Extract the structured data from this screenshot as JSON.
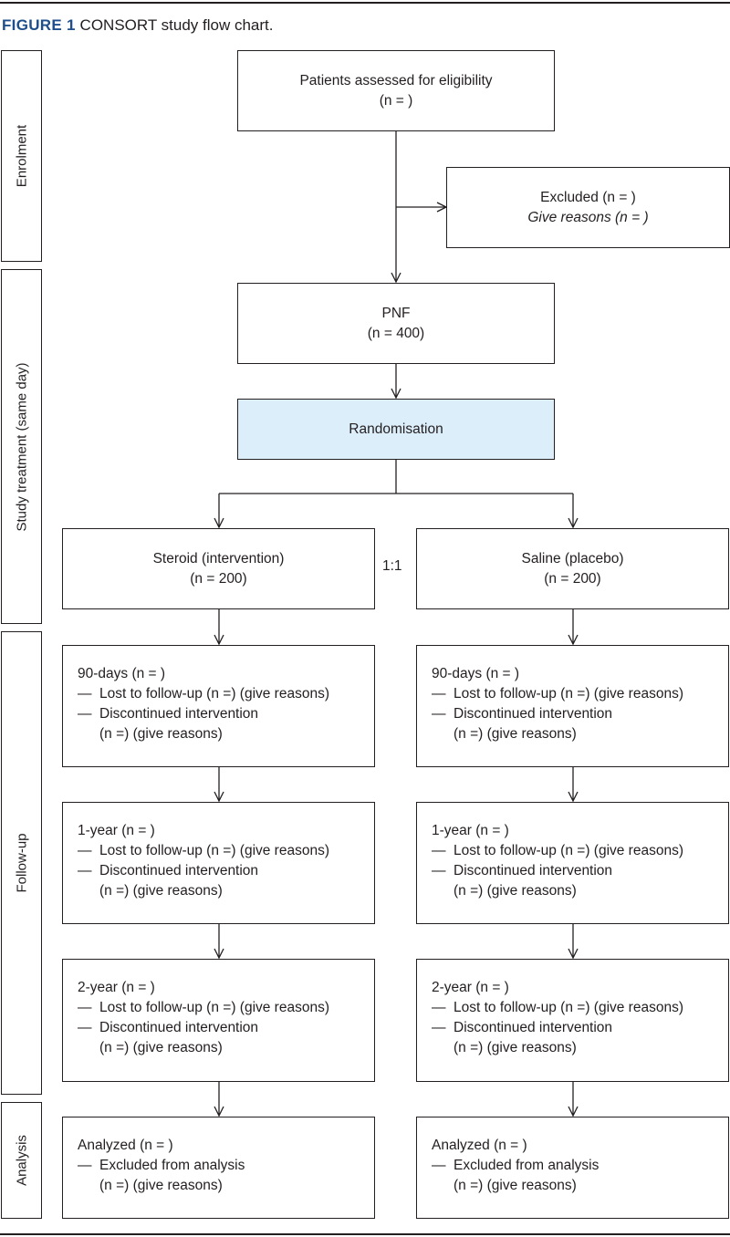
{
  "figure": {
    "label": "FIGURE 1",
    "title": "CONSORT study flow chart."
  },
  "stages": {
    "enrolment": "Enrolment",
    "study_treatment": "Study treatment (same day)",
    "follow_up": "Follow-up",
    "analysis": "Analysis"
  },
  "assessed": {
    "line1": "Patients assessed for eligibility",
    "line2": "(n = )"
  },
  "excluded": {
    "line1": "Excluded (n = )",
    "line2": "Give reasons  (n = )"
  },
  "pnf": {
    "line1": "PNF",
    "line2": "(n = 400)"
  },
  "randomisation": {
    "label": "Randomisation"
  },
  "ratio": "1:1",
  "arms": {
    "left": {
      "line1": "Steroid (intervention)",
      "line2": "(n = 200)"
    },
    "right": {
      "line1": "Saline (placebo)",
      "line2": "(n = 200)"
    }
  },
  "followup": {
    "day90": {
      "heading": "90-days (n = )",
      "dash": "—",
      "lost": "Lost to follow-up (n =) (give reasons)",
      "discontinued": "Discontinued intervention",
      "discontinued_cont": "(n =) (give reasons)"
    },
    "year1": {
      "heading": "1-year (n = )",
      "dash": "—",
      "lost": "Lost to follow-up (n =) (give reasons)",
      "discontinued": "Discontinued intervention",
      "discontinued_cont": "(n =) (give reasons)"
    },
    "year2": {
      "heading": "2-year (n = )",
      "dash": "—",
      "lost": "Lost to follow-up (n =) (give reasons)",
      "discontinued": "Discontinued intervention",
      "discontinued_cont": "(n =) (give reasons)"
    }
  },
  "analysis": {
    "heading": "Analyzed (n = )",
    "dash": "—",
    "excluded": "Excluded from analysis",
    "excluded_cont": "(n =) (give reasons)"
  },
  "colors": {
    "caption_label": "#1f4e8c",
    "randomisation_fill": "#ddeefb",
    "stroke": "#231f20"
  }
}
